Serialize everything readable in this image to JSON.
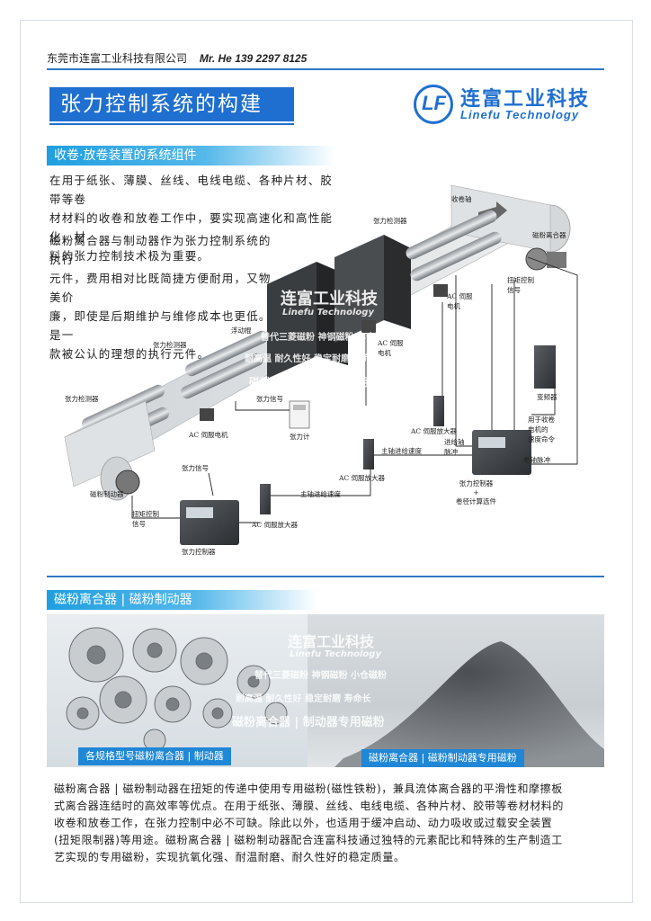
{
  "header": {
    "company": "东莞市连富工业科技有限公司",
    "contact": "Mr. He 139 2297 8125"
  },
  "title": "张力控制系统的构建",
  "logo": {
    "mark": "LF",
    "name_cn": "连富工业科技",
    "name_en": "Linefu Technology"
  },
  "section1": {
    "heading": "收卷·放卷装置的系统组件",
    "para1_lines": [
      "在用于纸张、薄膜、丝线、电线电缆、各种片材、胶带等卷",
      "材材料的收卷和放卷工作中，要实现高速化和高性能化，材",
      "料的张力控制技术极为重要。"
    ],
    "para2_lines": [
      "磁粉离合器与制动器作为张力控制系统的执行",
      "元件，费用相对比既简捷方便耐用，又物美价",
      "廉，即使是后期维护与维修成本也更低。是一",
      "款被公认的理想的执行元件。"
    ]
  },
  "diagram": {
    "labels": {
      "rewind_shaft": "收卷轴",
      "tension_detector_right": "张力检测器",
      "powder_clutch": "磁粉离合器",
      "torque_signal_right": "扭矩控制\n信号",
      "ac_servo_motor_right": "AC 伺服\n电机",
      "floating_roller": "浮动棍",
      "ac_servo_motor_mid": "AC 伺服\n电机",
      "tension_detector_mid": "张力检测器",
      "tension_signal_mid": "张力信号",
      "tension_meter": "张力计",
      "ac_servo_motor_left": "AC 伺服电机",
      "tension_detector_left": "张力检测器",
      "tension_signal_left": "张力信号",
      "powder_brake": "磁粉制动器",
      "torque_signal_left": "扭矩控制\n信号",
      "tension_controller_left": "张力控制器",
      "ac_servo_amp_bottom": "AC 伺服放大器",
      "main_axis_speed_bottom": "主轴进给速度",
      "ac_servo_amp_mid": "AC 伺服放大器",
      "main_axis_speed_mid": "主轴进给速度",
      "ac_servo_amp_right": "AC 伺服放大器",
      "feed_pulse": "进给轴\n脉冲",
      "inverter": "变频器",
      "speed_command": "用于收卷\n电机的\n速度命令",
      "rewind_pulse": "卷轴脉冲",
      "tension_controller_right": "张力控制器\n+\n卷径计算选件"
    },
    "watermark": {
      "brand_cn": "连富工业科技",
      "brand_en": "Linefu Technology",
      "line1": "替代三菱磁粉 神钢磁粉 小仓磁粉",
      "line2": "耐高温 耐久性好 稳定耐磨 寿命长",
      "line3": "磁粉离合器 | 制动器专用磁粉"
    }
  },
  "section2": {
    "heading": "磁粉离合器 | 磁粉制动器",
    "caption_left": "各规格型号磁粉离合器 | 制动器",
    "caption_right": "磁粉离合器 | 磁粉制动器专用磁粉",
    "watermark": {
      "brand_cn": "连富工业科技",
      "brand_en": "Linefu Technology",
      "line1": "替代三菱磁粉 神钢磁粉 小仓磁粉",
      "line2": "耐高温 耐久性好 稳定耐磨 寿命长",
      "line3": "磁粉离合器 | 制动器专用磁粉"
    },
    "paragraph_lines": [
      "磁粉离合器 | 磁粉制动器在扭矩的传递中使用专用磁粉(磁性铁粉)，兼具流体离合器的平滑性和摩擦板",
      "式离合器连结时的高效率等优点。在用于纸张、薄膜、丝线、电线电缆、各种片材、胶带等卷材材料的",
      "收卷和放卷工作，在张力控制中必不可缺。除此以外，也适用于缓冲启动、动力吸收或过载安全装置",
      "(扭矩限制器)等用途。磁粉离合器 | 磁粉制动器配合连富科技通过独特的元素配比和特殊的生产制造工",
      "艺实现的专用磁粉，实现抗氧化强、耐温耐磨、耐久性好的稳定质量。"
    ]
  },
  "colors": {
    "brand_blue": "#1f6fd0",
    "section_blue": "#1f9fe0",
    "rule_blue": "#2f78c4"
  }
}
